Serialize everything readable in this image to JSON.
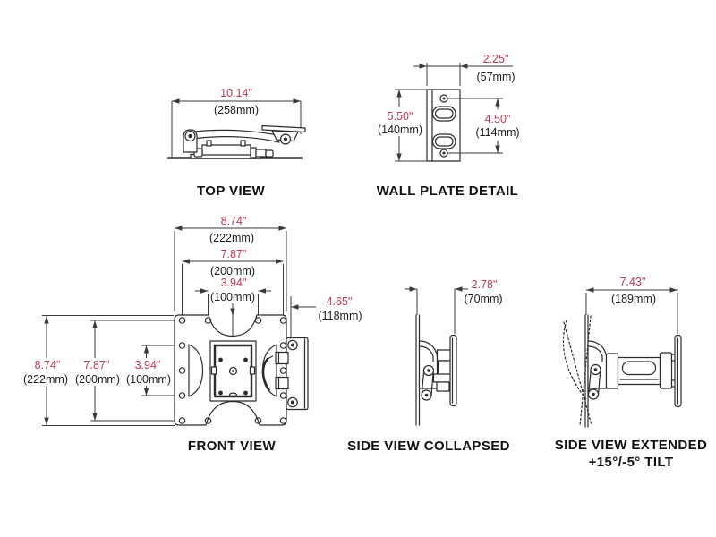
{
  "colors": {
    "background": "#ffffff",
    "line": "#2b2b2b",
    "dimension_inch": "#bc3a54",
    "dimension_mm": "#1d1d1d",
    "label": "#111111"
  },
  "views": {
    "top": {
      "label": "TOP VIEW",
      "width": {
        "in": "10.14\"",
        "mm": "(258mm)"
      }
    },
    "wall_plate": {
      "label": "WALL PLATE DETAIL",
      "width": {
        "in": "2.25\"",
        "mm": "(57mm)"
      },
      "height": {
        "in": "5.50\"",
        "mm": "(140mm)"
      },
      "hole_spacing": {
        "in": "4.50\"",
        "mm": "(114mm)"
      }
    },
    "front": {
      "label": "FRONT VIEW",
      "outer_width": {
        "in": "8.74\"",
        "mm": "(222mm)"
      },
      "hole_width": {
        "in": "7.87\"",
        "mm": "(200mm)"
      },
      "vesa_width": {
        "in": "3.94\"",
        "mm": "(100mm)"
      },
      "arm_offset": {
        "in": "4.65\"",
        "mm": "(118mm)"
      },
      "outer_height": {
        "in": "8.74\"",
        "mm": "(222mm)"
      },
      "hole_height": {
        "in": "7.87\"",
        "mm": "(200mm)"
      },
      "vesa_height": {
        "in": "3.94\"",
        "mm": "(100mm)"
      }
    },
    "side_collapsed": {
      "label": "SIDE VIEW COLLAPSED",
      "depth": {
        "in": "2.78\"",
        "mm": "(70mm)"
      }
    },
    "side_extended": {
      "label": "SIDE VIEW EXTENDED",
      "tilt": "+15°/-5° TILT",
      "depth": {
        "in": "7.43\"",
        "mm": "(189mm)"
      }
    }
  }
}
